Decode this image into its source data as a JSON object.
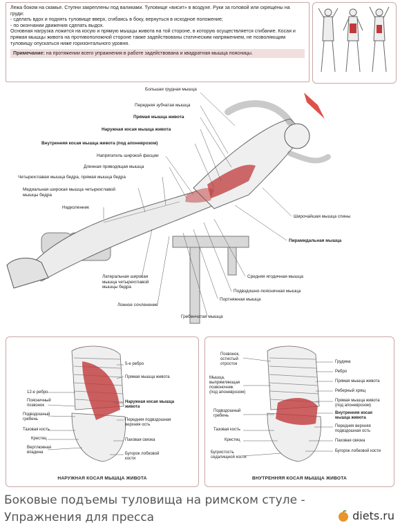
{
  "instructions": {
    "text": "Лежа боком на скамье. Ступни закреплены под валиками. Туловище «висит» в воздухе. Руки за головой или скрещены на груди:\n- сделать вдох и поднять туловище вверх, сгибаясь в боку, вернуться в исходное положение;\n- по окончании движения сделать выдох.\nОсновная нагрузка ложится на косую и прямую мышцы живота на той стороне, в которую осуществляется сгибание. Косая и прямая мышцы живота на противоположной стороне также задействованы статическим напряжением, не позволяющим туловищу опускаться ниже горизонтального уровня.",
    "note_label": "Примечание:",
    "note_text": " на протяжении всего упражнения в работе задействована и квадратная мышца поясницы."
  },
  "main_labels": {
    "l1": "Большая грудная мышца",
    "l2": "Передняя зубчатая мышца",
    "l3": "Прямая мышца живота",
    "l4": "Наружная косая мышца живота",
    "l5": "Внутренняя косая мышца живота (под апоневрозом)",
    "l6": "Напрягатель широкой фасции",
    "l7": "Длинная приводящая мышца",
    "l8": "Четырехглавая мышца бедра, прямая мышца бедра",
    "l9": "Медиальная широкая мышца четырехглавой\nмышцы бедра",
    "l10": "Надколенник",
    "l11": "Широчайшая мышца спины",
    "l12": "Пирамидальная мышца",
    "l13": "Латеральная широкая\nмышца четырехглавой\nмышцы бедра",
    "l14": "Лонное сочленение",
    "l15": "Гребенчатая мышца",
    "l16": "Портняжная мышца",
    "l17": "Подвздошно-поясничная мышца",
    "l18": "Средняя ягодичная мышца"
  },
  "left_panel": {
    "title": "НАРУЖНАЯ КОСАЯ МЫШЦА ЖИВОТА",
    "rib5": "5-е ребро",
    "rectus": "Прямая мышца живота",
    "rib12": "12-е ребро",
    "lumbar": "Поясничный\nпозвонок",
    "crest": "Подвздошный\nгребень",
    "pelvis": "Тазовая кость",
    "sacrum": "Крестец",
    "acetabulum": "Вертлюжная\nвпадина",
    "ext_oblique": "Наружная косая мышца\nживота",
    "ant_spine": "Передняя подвздошная\nверхняя ость",
    "ligament": "Паховая связка",
    "pubic": "Бугорок лобковой\nкости"
  },
  "right_panel": {
    "title": "ВНУТРЕННЯЯ КОСАЯ МЫШЦА ЖИВОТА",
    "vertebra": "Позвонок,\nостистый\nотросток",
    "erector": "Мышца,\nвыпрямляющая\nпозвоночник\n(под апоневрозом)",
    "crest": "Подвздошный\nгребень",
    "pelvis": "Тазовая кость",
    "sacrum": "Крестец",
    "ischial": "Бугристость\nседалищной кости",
    "sternum": "Грудина",
    "rib": "Ребро",
    "rectus": "Прямая мышца живота",
    "costal": "Реберный хрящ",
    "rectus2": "Прямая мышца живота\n(под апоневрозом)",
    "int_oblique": "Внутренняя косая\nмышца живота",
    "ant_spine": "Передняя верхняя\nподвздошная ость",
    "ligament": "Паховая связка",
    "pubic": "Бугорок лобковой кости"
  },
  "caption": "Боковые подъемы туловища на римском стуле -\nУпражнения для пресса",
  "logo": "diets.ru",
  "colors": {
    "muscle_red": "#c0393b",
    "frame": "#c9a6a6",
    "arrow": "#e0504a"
  }
}
